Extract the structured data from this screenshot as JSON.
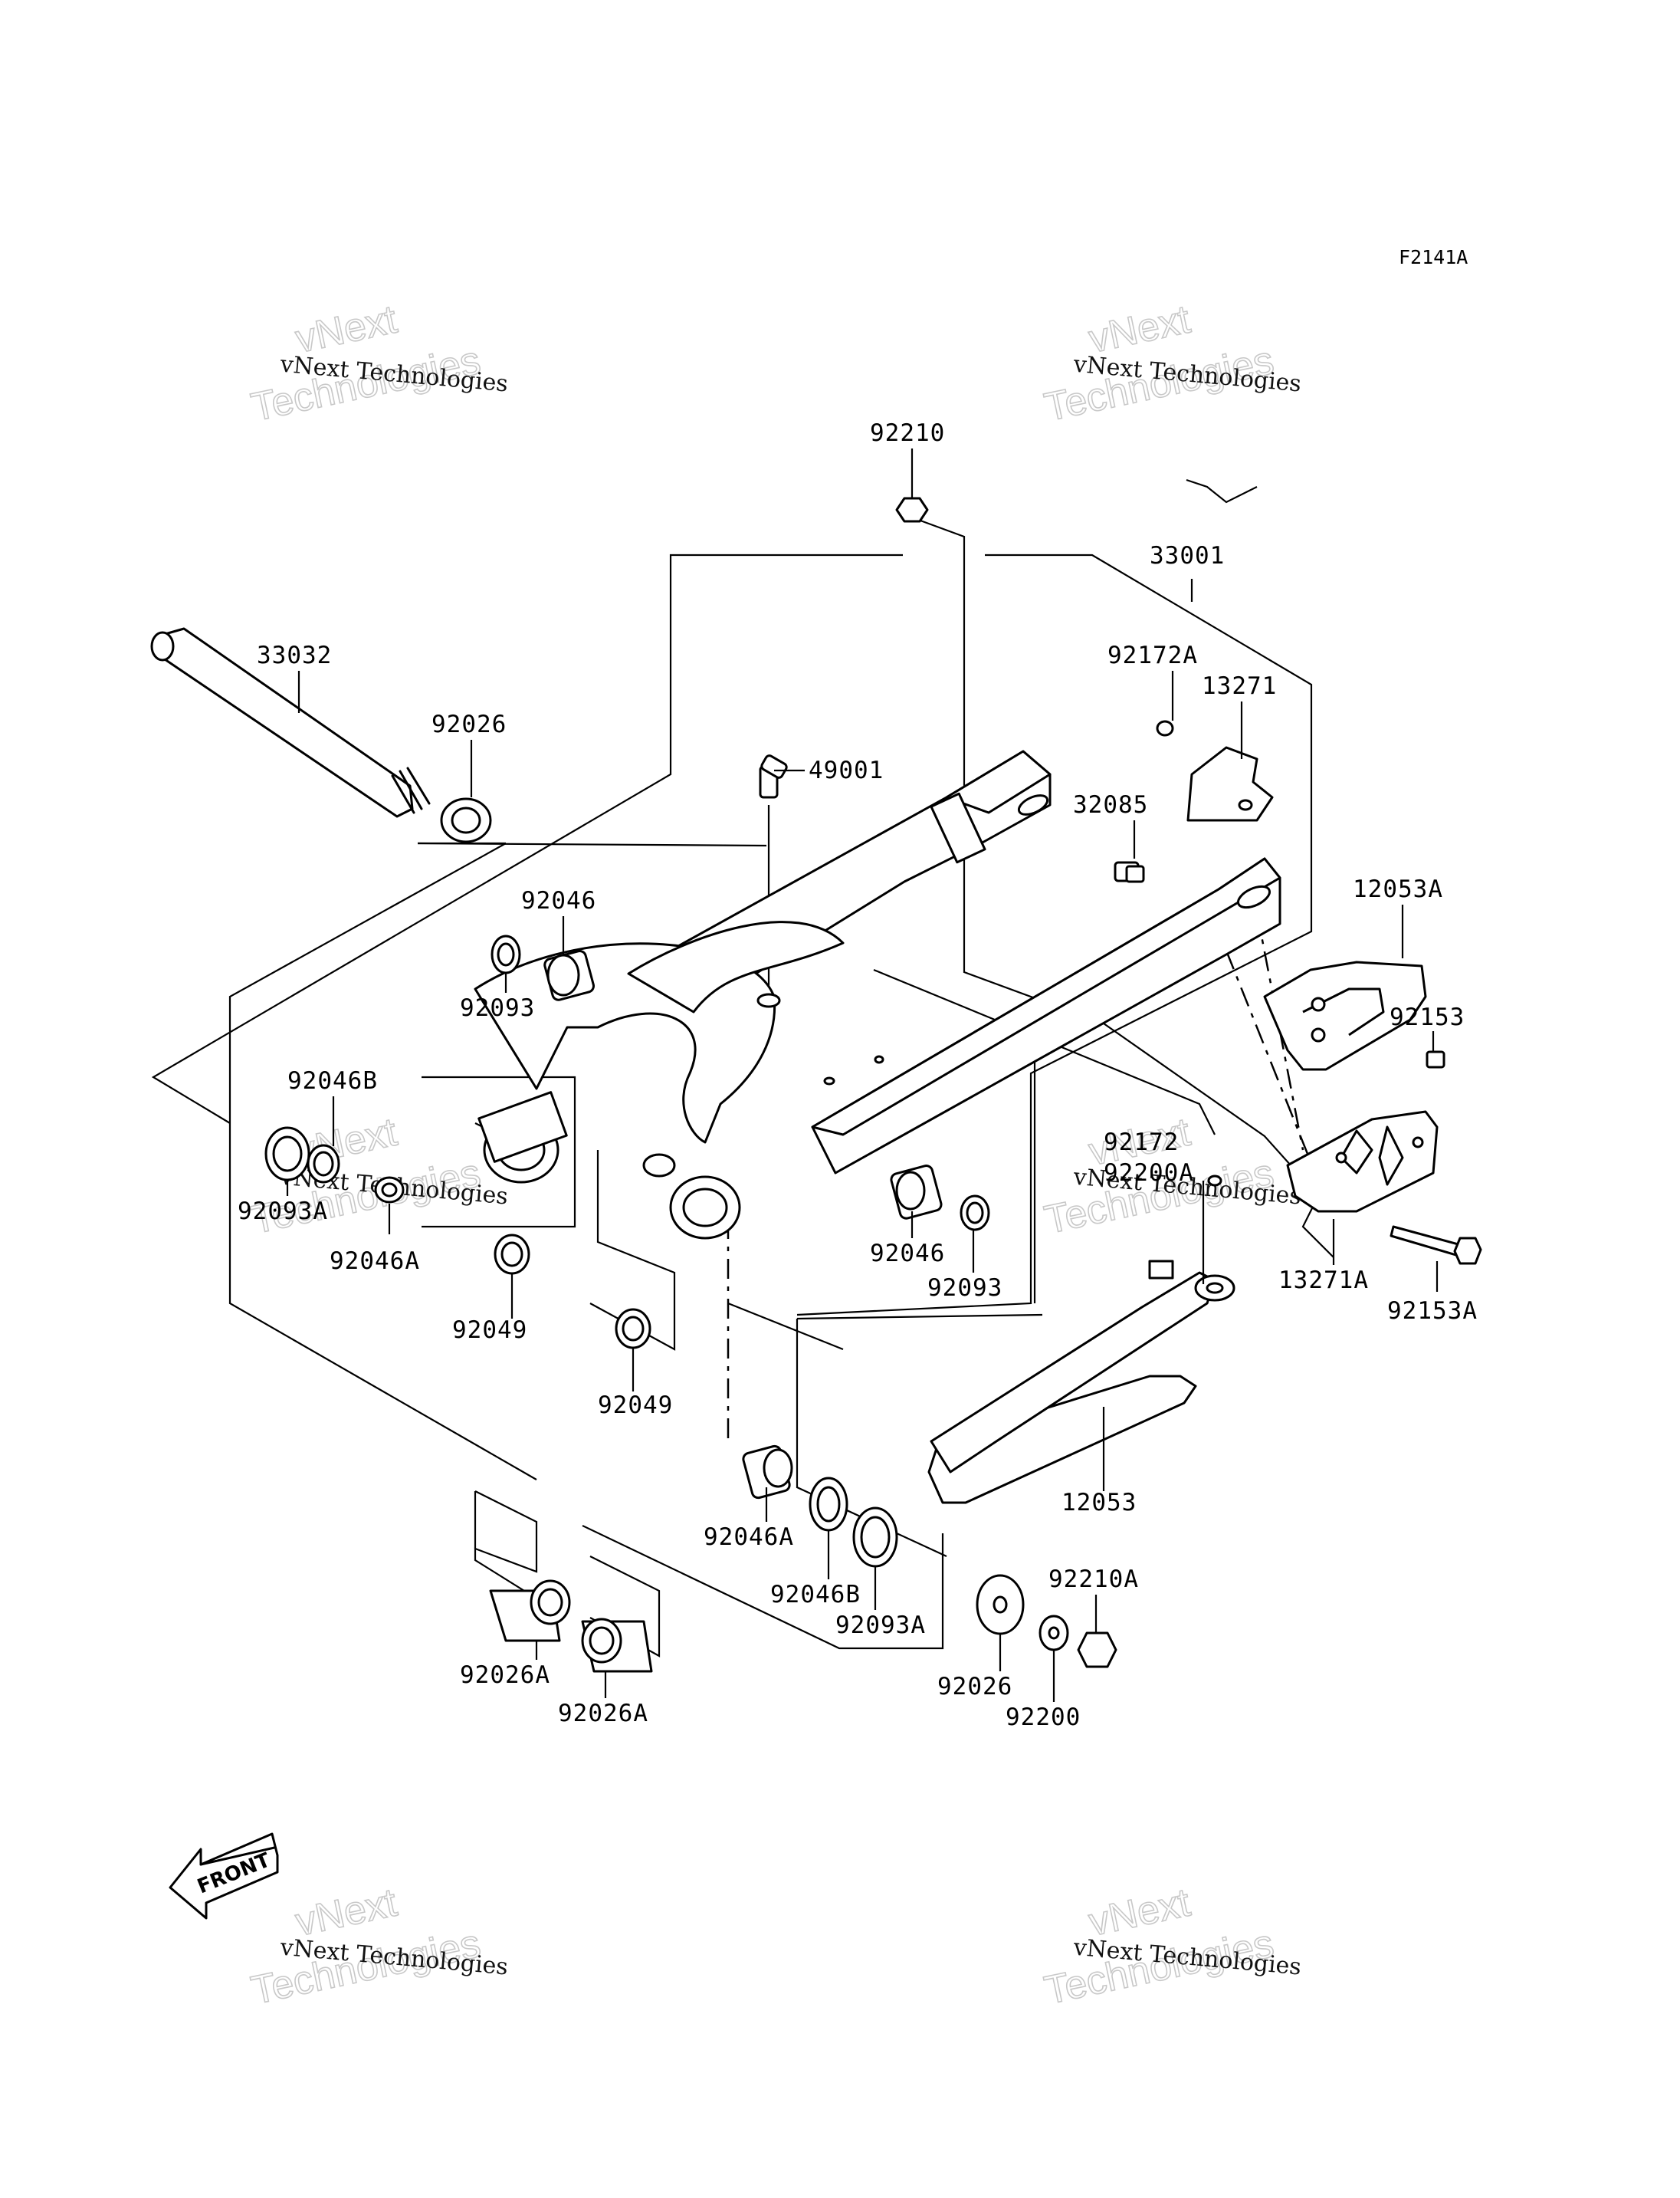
{
  "diagram_code": "F2141A",
  "watermark": {
    "line1": "vNext Technologies",
    "line2_a": "vNext",
    "line2_b": "Technologies"
  },
  "front_label": "FRONT",
  "part_labels": [
    {
      "id": "p92210",
      "text": "92210"
    },
    {
      "id": "p33001",
      "text": "33001"
    },
    {
      "id": "p33032",
      "text": "33032"
    },
    {
      "id": "p92026_top",
      "text": "92026"
    },
    {
      "id": "p92172A",
      "text": "92172A"
    },
    {
      "id": "p13271",
      "text": "13271"
    },
    {
      "id": "p49001",
      "text": "49001"
    },
    {
      "id": "p32085",
      "text": "32085"
    },
    {
      "id": "p92046_top",
      "text": "92046"
    },
    {
      "id": "p12053A",
      "text": "12053A"
    },
    {
      "id": "p92093_top",
      "text": "92093"
    },
    {
      "id": "p92153",
      "text": "92153"
    },
    {
      "id": "p92046B_top",
      "text": "92046B"
    },
    {
      "id": "p92172",
      "text": "92172"
    },
    {
      "id": "p92200A",
      "text": "92200A"
    },
    {
      "id": "p92093A_left",
      "text": "92093A"
    },
    {
      "id": "p92046A_left",
      "text": "92046A"
    },
    {
      "id": "p92046_mid",
      "text": "92046"
    },
    {
      "id": "p92093_mid",
      "text": "92093"
    },
    {
      "id": "p13271A",
      "text": "13271A"
    },
    {
      "id": "p92153A",
      "text": "92153A"
    },
    {
      "id": "p92049_a",
      "text": "92049"
    },
    {
      "id": "p92049_b",
      "text": "92049"
    },
    {
      "id": "p12053",
      "text": "12053"
    },
    {
      "id": "p92046A_bot",
      "text": "92046A"
    },
    {
      "id": "p92046B_bot",
      "text": "92046B"
    },
    {
      "id": "p92093A_bot",
      "text": "92093A"
    },
    {
      "id": "p92210A",
      "text": "92210A"
    },
    {
      "id": "p92026A_a",
      "text": "92026A"
    },
    {
      "id": "p92026A_b",
      "text": "92026A"
    },
    {
      "id": "p92026_bot",
      "text": "92026"
    },
    {
      "id": "p92200",
      "text": "92200"
    }
  ]
}
